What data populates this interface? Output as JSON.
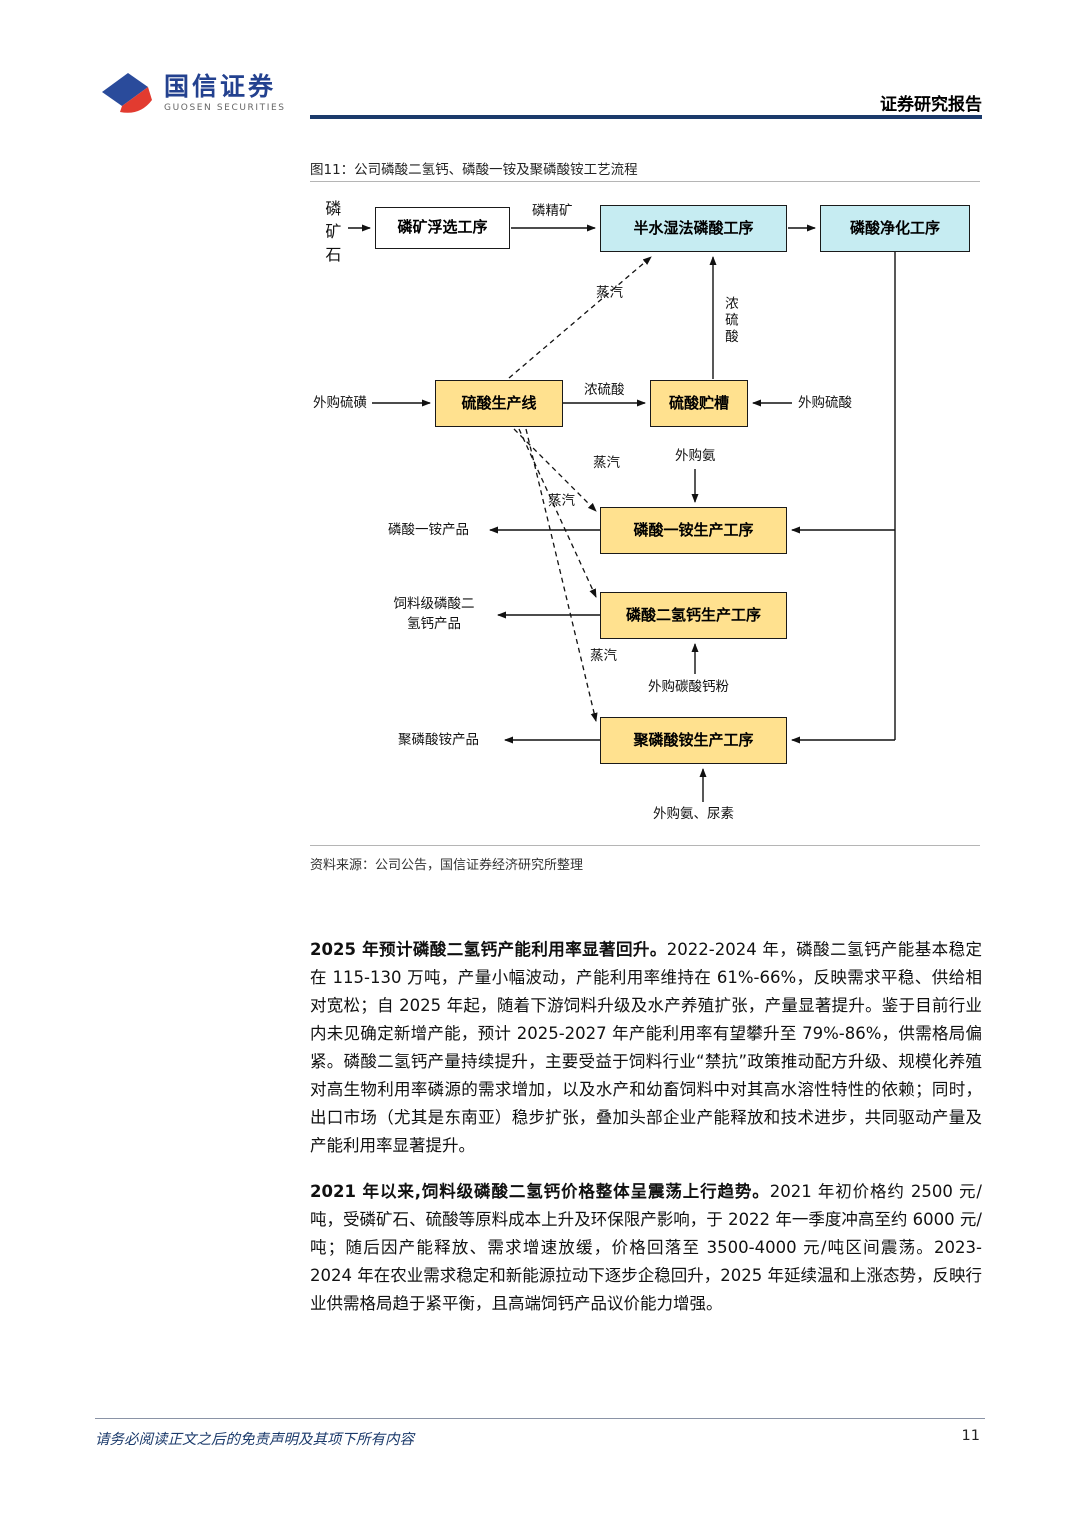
{
  "header": {
    "brand_cn": "国信证券",
    "brand_en": "GUOSEN SECURITIES",
    "report_type": "证券研究报告"
  },
  "figure": {
    "caption": "图11：公司磷酸二氢钙、磷酸一铵及聚磷酸铵工艺流程",
    "source": "资料来源：公司公告，国信证券经济研究所整理",
    "boxes": {
      "flotation": "磷矿浮选工序",
      "semi_hydrate": "半水湿法磷酸工序",
      "purification": "磷酸净化工序",
      "sulfuric_line": "硫酸生产线",
      "sulfuric_tank": "硫酸贮槽",
      "map_unit": "磷酸一铵生产工序",
      "mcp_unit": "磷酸二氢钙生产工序",
      "app_unit": "聚磷酸铵生产工序"
    },
    "labels": {
      "phosphate_ore": "磷矿石",
      "concentrate": "磷精矿",
      "steam1": "蒸汽",
      "steam2": "蒸汽",
      "steam3": "蒸汽",
      "steam4": "蒸汽",
      "conc_sulfuric_vertical": "浓硫酸",
      "conc_sulfuric": "浓硫酸",
      "purchased_sulfur": "外购硫磺",
      "purchased_sulfuric_acid": "外购硫酸",
      "purchased_ammonia": "外购氨",
      "map_product": "磷酸一铵产品",
      "mcp_product": "饲料级磷酸二\n氢钙产品",
      "purchased_caco3": "外购碳酸钙粉",
      "app_product": "聚磷酸铵产品",
      "purchased_ammonia_urea": "外购氨、尿素"
    },
    "colors": {
      "cyan_box": "#c6ecf2",
      "yellow_box": "#ffe18f",
      "header_line": "#1b3a6b"
    }
  },
  "body": {
    "para1": {
      "lead": "2025 年预计磷酸二氢钙产能利用率显著回升。",
      "rest": "2022-2024 年，磷酸二氢钙产能基本稳定在 115-130 万吨，产量小幅波动，产能利用率维持在 61%-66%，反映需求平稳、供给相对宽松；自 2025 年起，随着下游饲料升级及水产养殖扩张，产量显著提升。鉴于目前行业内未见确定新增产能，预计 2025-2027 年产能利用率有望攀升至 79%-86%，供需格局偏紧。磷酸二氢钙产量持续提升，主要受益于饲料行业“禁抗”政策推动配方升级、规模化养殖对高生物利用率磷源的需求增加，以及水产和幼畜饲料中对其高水溶性特性的依赖；同时，出口市场（尤其是东南亚）稳步扩张，叠加头部企业产能释放和技术进步，共同驱动产量及产能利用率显著提升。"
    },
    "para2": {
      "lead": "2021 年以来,饲料级磷酸二氢钙价格整体呈震荡上行趋势。",
      "rest": "2021 年初价格约 2500 元/吨，受磷矿石、硫酸等原料成本上升及环保限产影响，于 2022 年一季度冲高至约 6000 元/吨；随后因产能释放、需求增速放缓，价格回落至 3500-4000 元/吨区间震荡。2023-2024 年在农业需求稳定和新能源拉动下逐步企稳回升，2025 年延续温和上涨态势，反映行业供需格局趋于紧平衡，且高端饲钙产品议价能力增强。"
    }
  },
  "footer": {
    "disclaimer": "请务必阅读正文之后的免责声明及其项下所有内容",
    "page_number": "11"
  }
}
